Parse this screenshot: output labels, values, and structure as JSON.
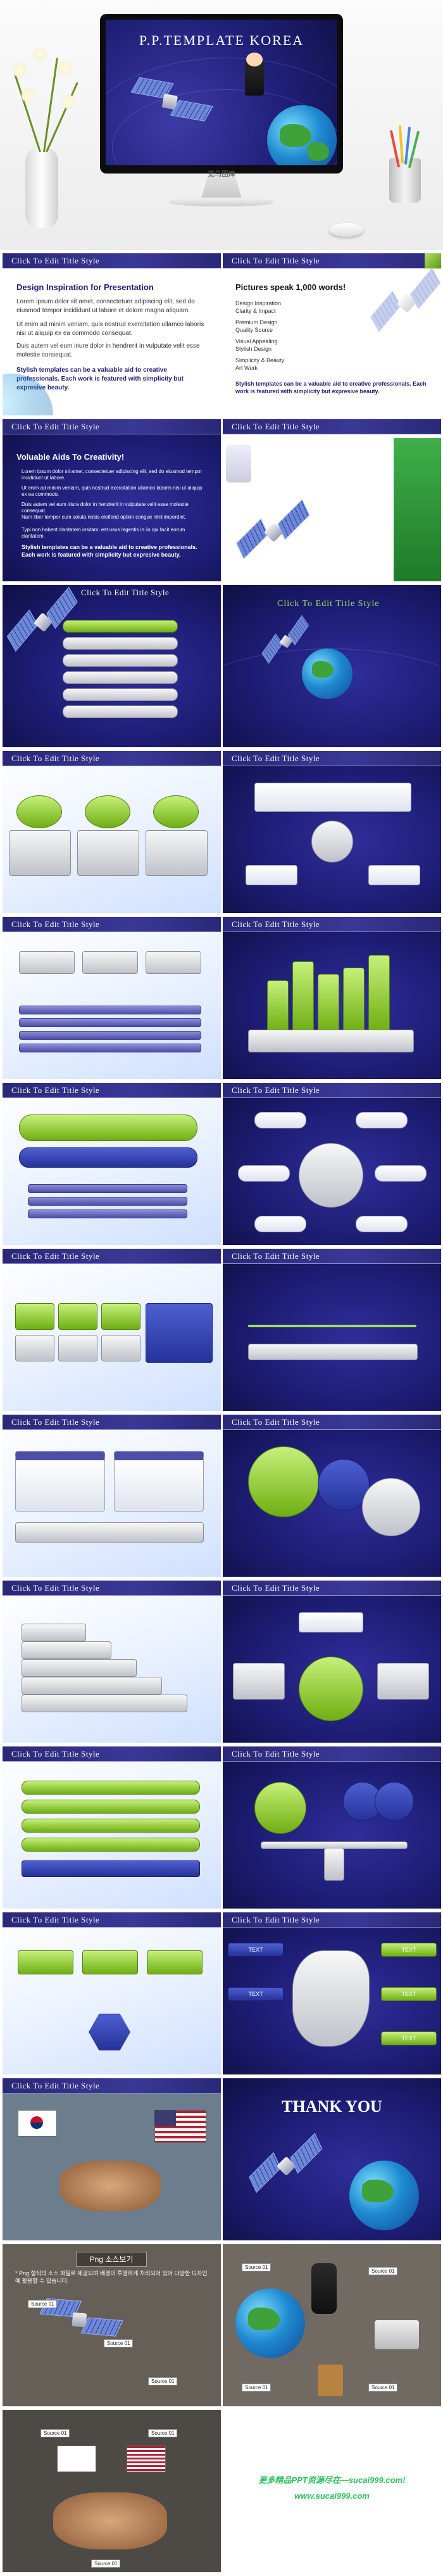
{
  "hero": {
    "screen_title": "P.P.TEMPLATE  KOREA",
    "caption": "宽鸟图库"
  },
  "slide_title": "Click To Edit Title Style",
  "slide2": {
    "heading": "Design Inspiration for Presentation",
    "para1": "Lorem ipsum dolor sit amet, consectetuer adipiscing elit, sed do eiusmod tempor incididunt ut labore et dolore magna aliquam.",
    "para2": "Ut enim ad minim veniam, quis nostrud exercitation ullamco laboris nisi ut aliquip ex ea commodo consequat.",
    "para3": "Duis autem vel eum iriure dolor in hendrerit in vulputate velit esse molestie consequat.",
    "bold": "Stylish templates can be a valuable aid to creative professionals. Each work is featured with simplicity but expresive beauty."
  },
  "slide3": {
    "heading": "Pictures speak 1,000 words!",
    "items": [
      "Design Inspiration",
      "Clarity & Impact",
      "Premium Design",
      "Quality Source",
      "Visual Appealing",
      "Stylish Design",
      "Simplicity & Beauty",
      "Art Work"
    ],
    "bold": "Stylish templates can be a valuable aid to creative professionals. Each work is featured with simplicity but expresive beauty."
  },
  "slide4": {
    "heading": "Voluable Aids To Creativity!",
    "bullets": [
      "Lorem ipsum dolor sit amet, consectetuer adipiscing elit, sed do eiusmod tempor incididunt ut labore.",
      "Ut enim ad minim veniam, quis nostrud exercitation ullamco laboris nisi ut aliquip ex ea commodo.",
      "Duis autem vel eum iriure dolor in hendrerit in vulputate velit esse molestie consequat.",
      "Nam liber tempor cum soluta nobis eleifend option congue nihil imperdiet.",
      "Typi non habent claritatem insitam; est usus legentis in iis qui facit eorum claritatem."
    ],
    "bold": "Stylish templates can be a valuable aid to creative professionals. Each work is featured with simplicity but expresive beauty."
  },
  "thankyou": "THANK YOU",
  "png_label": "Png 소스보기",
  "png_text": "* Png 형식의 소스 파일로 제공되며 배경이 투명하게 처리되어 있어 다양한 디자인에 활용할 수 있습니다.",
  "source_label": "Source 01",
  "korea_map": {
    "text_label": "TEXT"
  },
  "ad": {
    "line1": "更多精品PPT资源尽在—sucai999.com!",
    "line2": "www.sucai999.com"
  },
  "colors": {
    "navy": "#1d1c73",
    "green": "#6fae12",
    "purple": "#4c4ea8"
  }
}
